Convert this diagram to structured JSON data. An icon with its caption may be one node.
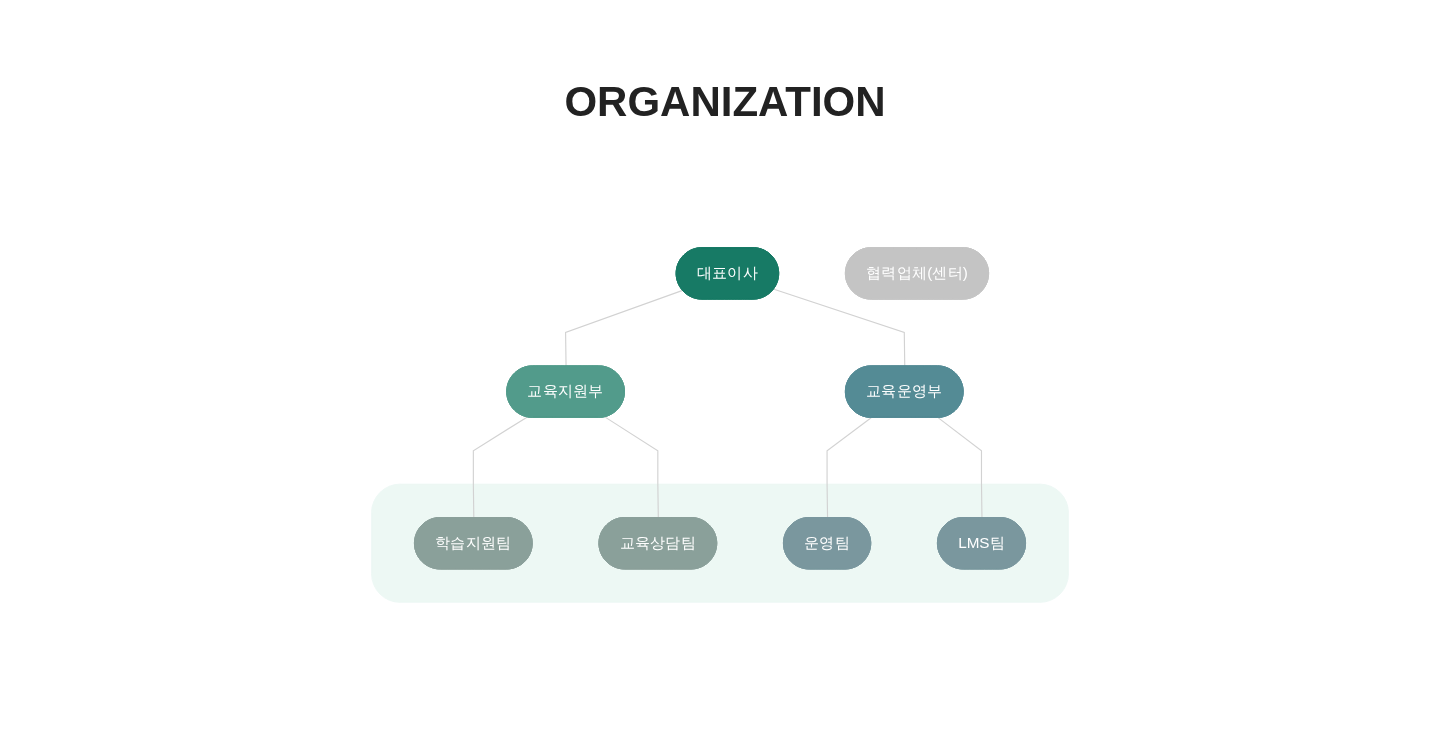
{
  "diagram": {
    "title": "ORGANIZATION",
    "nodes": [
      {
        "text": [
          "대표이사"
        ]
      },
      {
        "text": [
          "협력업체(센터)"
        ]
      },
      {
        "text": [
          "교육지원부"
        ]
      },
      {
        "text": [
          "교육운영부"
        ]
      },
      {
        "text": [],
        "shape": "box"
      },
      {
        "text": [
          "학습지원팀"
        ],
        "in": 4
      },
      {
        "text": [
          "교육상담팀"
        ],
        "in": 4
      },
      {
        "text": [
          "운영팀"
        ],
        "in": 4
      },
      {
        "text": [
          "LMS팀"
        ],
        "in": 4
      }
    ],
    "edges": [
      {
        "from": 0,
        "to": 2,
        "arrow": "none"
      },
      {
        "from": 0,
        "to": 3,
        "arrow": "none"
      },
      {
        "from": 2,
        "to": 5,
        "arrow": "none"
      },
      {
        "from": 2,
        "to": 6,
        "arrow": "none"
      },
      {
        "from": 3,
        "to": 7,
        "arrow": "none"
      },
      {
        "from": 3,
        "to": 8,
        "arrow": "none"
      }
    ]
  }
}
